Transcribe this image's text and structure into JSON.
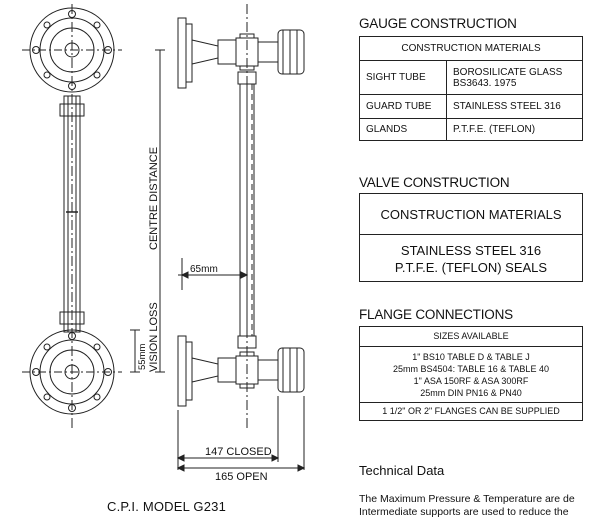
{
  "drawing": {
    "centre_distance_label": "CENTRE DISTANCE",
    "vision_loss_label": "VISION LOSS",
    "dim_55": "55mm",
    "dim_65": "65mm",
    "dim_147": "147 CLOSED",
    "dim_165": "165 OPEN",
    "model_caption": "C.P.I. MODEL G231"
  },
  "gauge_construction": {
    "title": "GAUGE CONSTRUCTION",
    "header": "CONSTRUCTION MATERIALS",
    "rows": [
      {
        "part": "SIGHT TUBE",
        "material_line1": "BOROSILICATE GLASS",
        "material_line2": "BS3643. 1975"
      },
      {
        "part": "GUARD TUBE",
        "material_line1": "STAINLESS STEEL 316",
        "material_line2": ""
      },
      {
        "part": "GLANDS",
        "material_line1": "P.T.F.E. (TEFLON)",
        "material_line2": ""
      }
    ]
  },
  "valve_construction": {
    "title": "VALVE CONSTRUCTION",
    "header": "CONSTRUCTION MATERIALS",
    "line1": "STAINLESS STEEL 316",
    "line2": "P.T.F.E. (TEFLON) SEALS"
  },
  "flange_connections": {
    "title": "FLANGE CONNECTIONS",
    "header": "SIZES AVAILABLE",
    "sizes": [
      "1\" BS10 TABLE D & TABLE J",
      "25mm BS4504: TABLE 16 & TABLE 40",
      "1\" ASA 150RF & ASA 300RF",
      "25mm DIN PN16 & PN40"
    ],
    "footer": "1 1/2\" OR 2\" FLANGES CAN BE SUPPLIED"
  },
  "technical_data": {
    "title": "Technical Data",
    "line1": "The Maximum Pressure & Temperature are de",
    "line2": "Intermediate supports are used to reduce the"
  }
}
